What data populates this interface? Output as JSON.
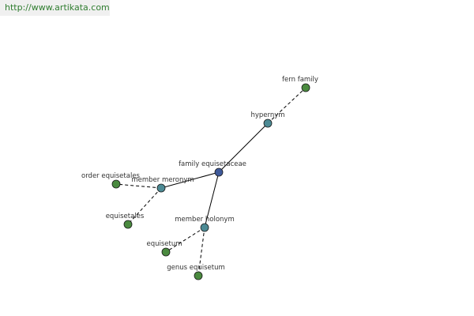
{
  "watermark": {
    "text": "http://www.artikata.com",
    "color": "#2f7d2f"
  },
  "graph": {
    "colors": {
      "root_node": "#3f5a9a",
      "relation_node": "#4c8a94",
      "leaf_node": "#4a8a3f",
      "edge": "#000000",
      "label": "#333333"
    },
    "nodes": [
      {
        "id": "family-equisetaceae",
        "label": "family equisetaceae",
        "kind": "root"
      },
      {
        "id": "hypernym",
        "label": "hypernym",
        "kind": "relation"
      },
      {
        "id": "fern-family",
        "label": "fern family",
        "kind": "leaf"
      },
      {
        "id": "member-meronym",
        "label": "member meronym",
        "kind": "relation"
      },
      {
        "id": "order-equisetales",
        "label": "order equisetales",
        "kind": "leaf"
      },
      {
        "id": "equisetales",
        "label": "equisetales",
        "kind": "leaf"
      },
      {
        "id": "member-holonym",
        "label": "member holonym",
        "kind": "relation"
      },
      {
        "id": "equisetum",
        "label": "equisetum",
        "kind": "leaf"
      },
      {
        "id": "genus-equisetum",
        "label": "genus equisetum",
        "kind": "leaf"
      }
    ],
    "edges": [
      {
        "from": "family-equisetaceae",
        "to": "hypernym",
        "style": "solid"
      },
      {
        "from": "hypernym",
        "to": "fern-family",
        "style": "dashed"
      },
      {
        "from": "family-equisetaceae",
        "to": "member-meronym",
        "style": "solid"
      },
      {
        "from": "member-meronym",
        "to": "order-equisetales",
        "style": "dashed"
      },
      {
        "from": "member-meronym",
        "to": "equisetales",
        "style": "dashed"
      },
      {
        "from": "family-equisetaceae",
        "to": "member-holonym",
        "style": "solid"
      },
      {
        "from": "member-holonym",
        "to": "equisetum",
        "style": "dashed"
      },
      {
        "from": "member-holonym",
        "to": "genus-equisetum",
        "style": "dashed"
      }
    ]
  }
}
